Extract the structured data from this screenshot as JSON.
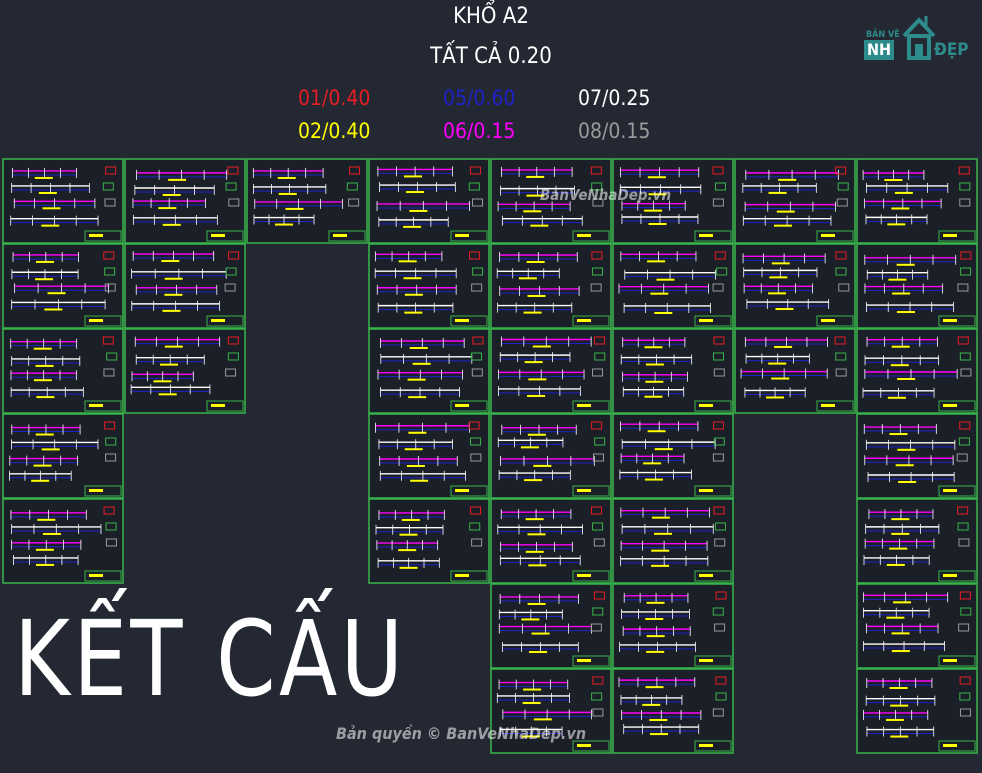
{
  "header": {
    "paper_size": "KHỔ A2",
    "default_weight": "TẤT CẢ 0.20"
  },
  "pen_legend": [
    {
      "label": "01/0.40",
      "color": "#e81c24"
    },
    {
      "label": "02/0.40",
      "color": "#ffff00"
    },
    {
      "label": "05/0.60",
      "color": "#1e22c8"
    },
    {
      "label": "06/0.15",
      "color": "#ff00ff"
    },
    {
      "label": "07/0.25",
      "color": "#ffffff"
    },
    {
      "label": "08/0.15",
      "color": "#9a9a9a"
    }
  ],
  "logo": {
    "small": "BẢN VẼ",
    "brand": "NH",
    "dep": "ĐẸP"
  },
  "big_title": "KẾT CẤU",
  "watermarks": {
    "center": "BanVeNhaDep.vn",
    "copyright": "Bản quyền © BanVeNhaDep.vn"
  },
  "colors": {
    "background": "#232832",
    "sheet_border": "#39b54a",
    "sheet_bg": "#1b1f27"
  },
  "sheet_columns": [
    {
      "col": 1,
      "rows": [
        1,
        2,
        3,
        4,
        5
      ]
    },
    {
      "col": 2,
      "rows": [
        1,
        2,
        3
      ]
    },
    {
      "col": 3,
      "rows": [
        1
      ]
    },
    {
      "col": 4,
      "rows": [
        1,
        2,
        3,
        4,
        5
      ]
    },
    {
      "col": 5,
      "rows": [
        1,
        2,
        3,
        4,
        5,
        6,
        7
      ]
    },
    {
      "col": 6,
      "rows": [
        1,
        2,
        3,
        4,
        5,
        6,
        7
      ]
    },
    {
      "col": 7,
      "rows": [
        1,
        2,
        3
      ]
    },
    {
      "col": 8,
      "rows": [
        1,
        2,
        3,
        4,
        5,
        6,
        7
      ]
    }
  ]
}
